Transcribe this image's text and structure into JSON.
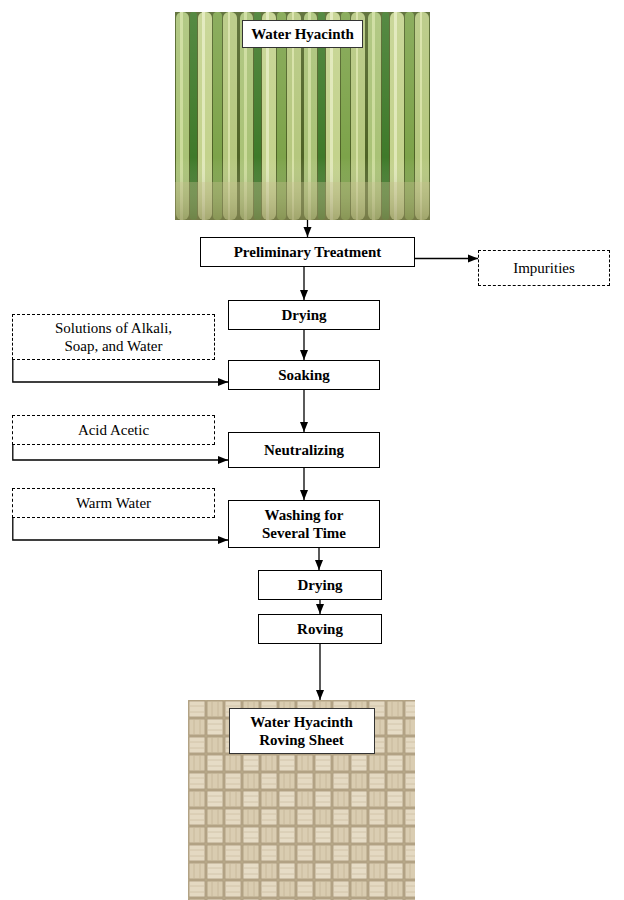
{
  "diagram": {
    "nodes": [
      {
        "text": [
          "Water Hyacinth"
        ]
      },
      {
        "text": [
          "Preliminary Treatment"
        ]
      },
      {
        "text": [
          "Impurities"
        ]
      },
      {
        "text": [
          "Drying"
        ]
      },
      {
        "text": [
          "Solutions of Alkali, Soap, and Water"
        ]
      },
      {
        "text": [
          "Soaking"
        ]
      },
      {
        "text": [
          "Acid Acetic"
        ]
      },
      {
        "text": [
          "Neutralizing"
        ]
      },
      {
        "text": [
          "Warm Water"
        ]
      },
      {
        "text": [
          "Washing for Several Time"
        ]
      },
      {
        "text": [
          "Drying"
        ]
      },
      {
        "text": [
          "Roving"
        ]
      },
      {
        "text": [
          "Water Hyacinth Roving Sheet"
        ]
      }
    ],
    "edges": [
      {
        "from": 0,
        "to": 1,
        "arrow": "to"
      },
      {
        "from": 1,
        "to": 2,
        "arrow": "to"
      },
      {
        "from": 1,
        "to": 3,
        "arrow": "to"
      },
      {
        "from": 3,
        "to": 5,
        "arrow": "to"
      },
      {
        "from": 4,
        "to": 5,
        "arrow": "to"
      },
      {
        "from": 5,
        "to": 7,
        "arrow": "to"
      },
      {
        "from": 6,
        "to": 7,
        "arrow": "to"
      },
      {
        "from": 7,
        "to": 9,
        "arrow": "to"
      },
      {
        "from": 8,
        "to": 9,
        "arrow": "to"
      },
      {
        "from": 9,
        "to": 10,
        "arrow": "to"
      },
      {
        "from": 10,
        "to": 11,
        "arrow": "to"
      },
      {
        "from": 11,
        "to": 12,
        "arrow": "to"
      }
    ]
  }
}
